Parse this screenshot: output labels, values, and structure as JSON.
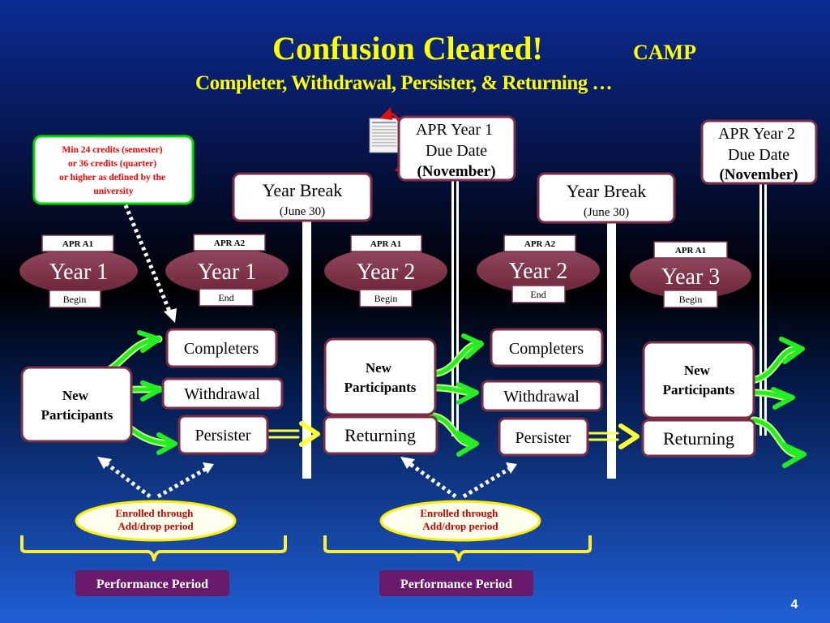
{
  "title": {
    "main": "Confusion  Cleared!",
    "tag": "CAMP",
    "subtitle": "Completer, Withdrawal, Persister, &  Returning …"
  },
  "note": {
    "lines": [
      "Min 24 credits (semester)",
      "or 36 credits (quarter)",
      "or higher as defined by the",
      "university"
    ]
  },
  "apr_due": [
    {
      "lines": [
        "APR Year 1",
        "Due Date"
      ],
      "paren": "(November)"
    },
    {
      "lines": [
        "APR Year 2",
        "Due Date"
      ],
      "paren": "(November)"
    }
  ],
  "year_break": [
    {
      "label": "Year Break",
      "date": "(June 30)"
    },
    {
      "label": "Year Break",
      "date": "(June 30)"
    }
  ],
  "year_ovals": [
    {
      "tag": "APR A1",
      "label": "Year 1",
      "sub": "Begin"
    },
    {
      "tag": "APR A2",
      "label": "Year 1",
      "sub": "End"
    },
    {
      "tag": "APR A1",
      "label": "Year 2",
      "sub": "Begin"
    },
    {
      "tag": "APR A2",
      "label": "Year 2",
      "sub": "End"
    },
    {
      "tag": "APR A1",
      "label": "Year 3",
      "sub": "Begin"
    }
  ],
  "new_participants": [
    "New",
    "Participants"
  ],
  "outcomes": {
    "completers": "Completers",
    "withdrawal": "Withdrawal",
    "persister": "Persister",
    "returning": "Returning"
  },
  "enrolled": [
    "Enrolled through",
    "Add/drop period"
  ],
  "performance_period": "Performance Period",
  "page_number": "4",
  "colors": {
    "title_yellow": "#ffff00",
    "maroon": "#7b2e45",
    "note_red": "#ff0000",
    "note_border": "#00dd00",
    "arrow_green": "#22ee22",
    "arrow_yellow": "#ffff33",
    "perf_purple": "#6a1a6a"
  }
}
